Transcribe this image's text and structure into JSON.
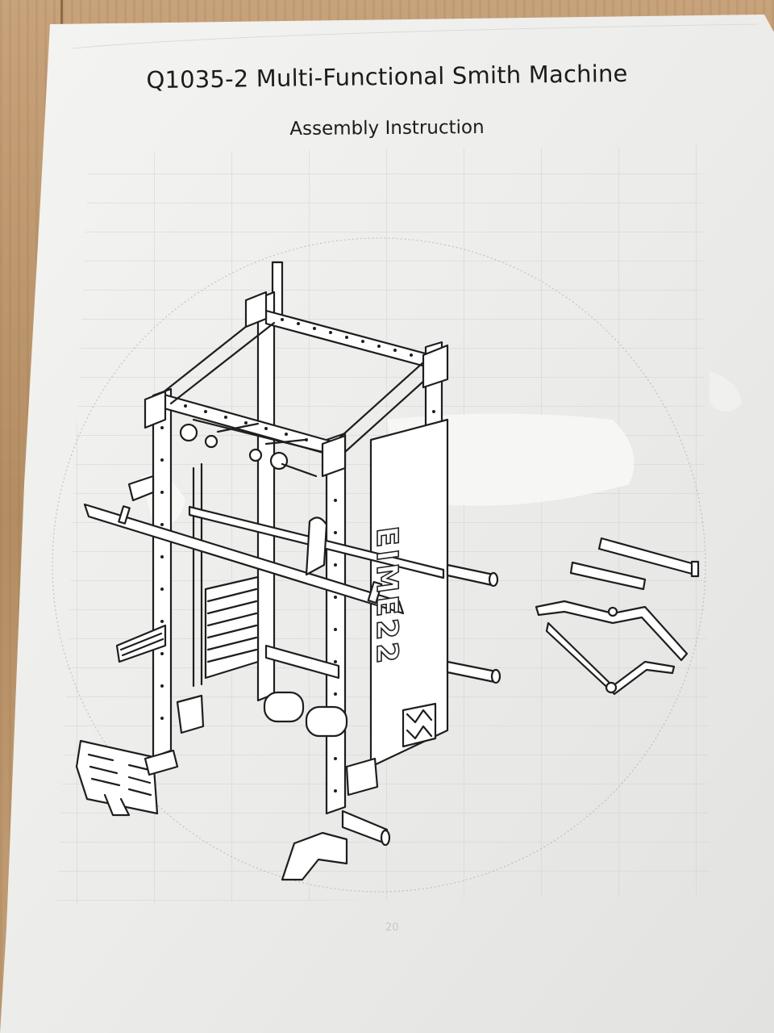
{
  "document": {
    "title": "Q1035-2 Multi-Functional Smith Machine",
    "subtitle": "Assembly Instruction",
    "illustration_brand": "EIME22",
    "page_number": "20"
  }
}
